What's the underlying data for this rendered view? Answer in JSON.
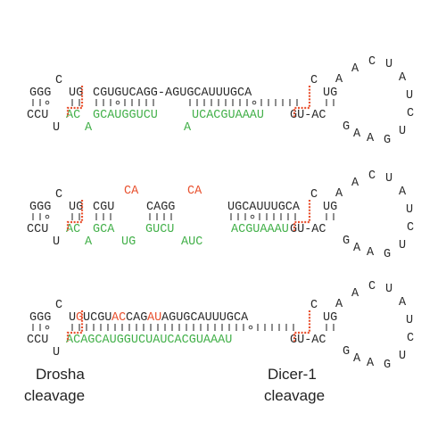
{
  "hairpin_1": {
    "top": {
      "a1": "GGG",
      "bulge": "C",
      "a2": "UG",
      "a3": "CGUGUCAGG-AGUGCAUUUGCA",
      "bulge2": "C",
      "a4": "UG"
    },
    "bottom": {
      "b1": "CCU",
      "b2": "AC",
      "b3": "GCAUGGUCU",
      "b4": "UCACGUAAAU",
      "b5": "GU-AC"
    },
    "bottom_bulges": {
      "u": "U",
      "a1": "A",
      "a2": "A"
    },
    "loop": [
      "A",
      "A",
      "C",
      "U",
      "A",
      "U",
      "C",
      "U",
      "G",
      "A",
      "A",
      "G"
    ]
  },
  "hairpin_2": {
    "top": {
      "a1": "GGG",
      "bulge": "C",
      "a2": "UG",
      "a3": "CGU",
      "ca1": "CA",
      "a4": "CAGG",
      "ca2": "CA",
      "a5": "UGCAUUUGCA",
      "bulge2": "C",
      "a6": "UG"
    },
    "bottom": {
      "b1": "CCU",
      "b2": "AC",
      "b3": "GCA",
      "b4": "GUCU",
      "b5": "ACGUAAAU",
      "b6": "GU-AC"
    },
    "bottom_bulges": {
      "u": "U",
      "a": "A",
      "ug": "UG",
      "auc": "AUC"
    },
    "loop": [
      "A",
      "A",
      "C",
      "U",
      "A",
      "U",
      "C",
      "U",
      "G",
      "A",
      "A",
      "G"
    ]
  },
  "hairpin_3": {
    "top": {
      "a1": "GGG",
      "bulge": "C",
      "a2": "U",
      "r1": "G",
      "a3": "UCGU",
      "r2": "AC",
      "a4": "CAG",
      "r3": "AU",
      "a5": "AGUGCAUUUGCA",
      "bulge2": "C",
      "a6": "UG"
    },
    "bottom": {
      "b1": "CCU",
      "b2": "ACAGCAUGGUCUAUCACGUAAAU",
      "b3": "GU-AC"
    },
    "bottom_bulges": {
      "u": "U"
    },
    "loop": [
      "A",
      "A",
      "C",
      "U",
      "A",
      "U",
      "C",
      "U",
      "G",
      "A",
      "A",
      "G"
    ]
  },
  "labels": {
    "drosha_1": "Drosha",
    "drosha_2": "cleavage",
    "dicer_1": "Dicer-1",
    "dicer_2": "cleavage"
  },
  "colors": {
    "mature_strand": "#43b04a",
    "mutation_and_cleavage": "#e8512f",
    "sequence": "#2b2b2b"
  }
}
